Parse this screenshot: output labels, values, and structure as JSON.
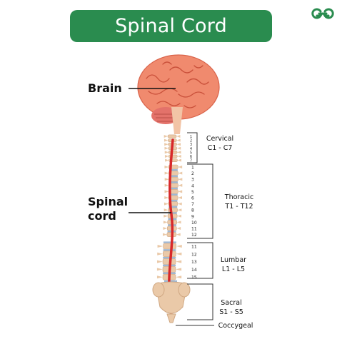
{
  "title": "Spinal Cord",
  "logo_text": "GG",
  "labels": {
    "brain": "Brain",
    "spinal_cord_line1": "Spinal",
    "spinal_cord_line2": "cord",
    "cervical": "Cervical",
    "cervical_range": "C1 - C7",
    "thoracic": "Thoracic",
    "thoracic_range": "T1 - T12",
    "lumbar": "Lumbar",
    "lumbar_range": "L1 - L5",
    "sacral": "Sacral",
    "sacral_range": "S1 - S5",
    "coccygeal": "Coccygeal"
  },
  "cervical_numbers": [
    "1",
    "2",
    "3",
    "4",
    "5",
    "6",
    "7"
  ],
  "thoracic_numbers": [
    "1",
    "2",
    "3",
    "4",
    "5",
    "6",
    "7",
    "8",
    "9",
    "10",
    "11",
    "12"
  ],
  "lumbar_numbers": [
    "11",
    "12",
    "13",
    "14",
    "15"
  ],
  "colors": {
    "title_bg": "#2a8c4f",
    "logo": "#2a8c4f",
    "brain": "#f08a6e",
    "cord": "#d8282a",
    "bone": "#eac9a8",
    "disc": "#9db8d6"
  }
}
